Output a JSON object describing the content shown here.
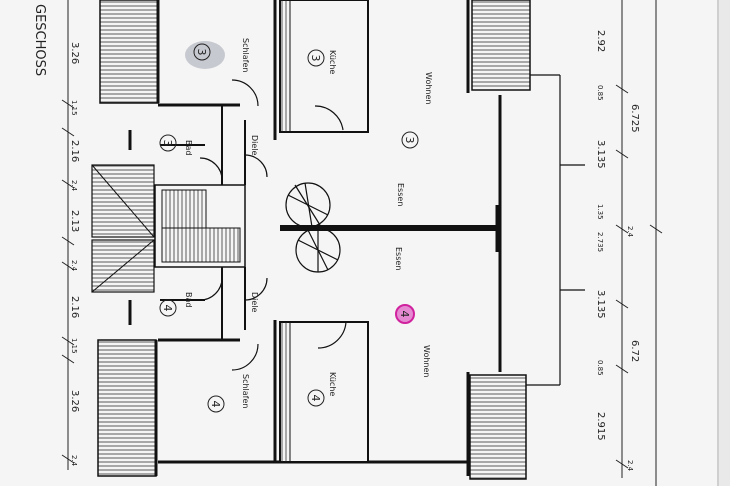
{
  "plan": {
    "header_text": "GESCHOSS",
    "rooms_upper": {
      "schlafen": "Schlafen",
      "kueche": "Küche",
      "wohnen": "Wohnen",
      "bad": "Bad",
      "diele": "Diele",
      "essen": "Essen"
    },
    "rooms_lower": {
      "essen": "Essen",
      "bad": "Bad",
      "diele": "Diele",
      "wohnen": "Wohnen",
      "kueche": "Küche",
      "schlafen": "Schlafen"
    },
    "unit_marks": {
      "u3_schlafen": "3",
      "u3_kueche": "3",
      "u3_bad": "3",
      "u3_wohnen": "3",
      "u4_bad": "4",
      "u4_wohnen": "4",
      "u4_kueche": "4",
      "u4_schlafen": "4"
    },
    "left_dims": [
      "3.26",
      "1.15",
      "2.16",
      "2.4",
      "2.13",
      "2.4",
      "2.16",
      "1.15",
      "3.26",
      "2.4"
    ],
    "right_dims": [
      "2.92",
      "0.85",
      "3.135",
      "1.35",
      "2.4",
      "2.735",
      "3.135",
      "0.85",
      "2.915",
      "2.4"
    ],
    "right_overall": [
      "6.725",
      "6.72"
    ],
    "marker_color": "#d0229e"
  }
}
